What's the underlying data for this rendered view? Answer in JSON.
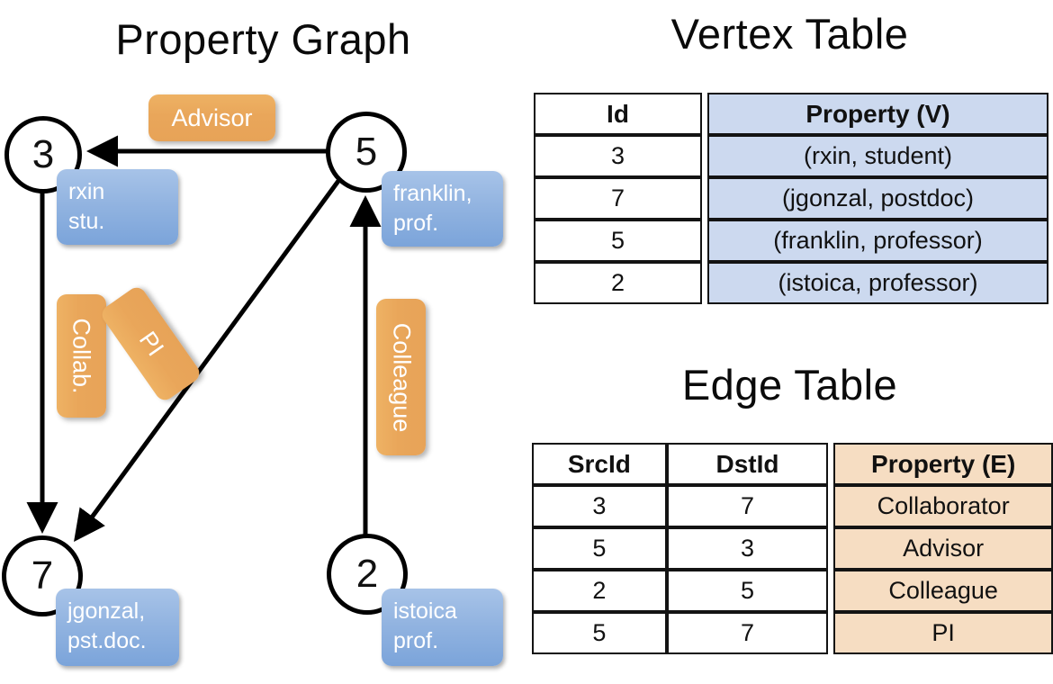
{
  "titles": {
    "property_graph": "Property Graph",
    "vertex_table": "Vertex Table",
    "edge_table": "Edge Table"
  },
  "graph": {
    "vertices": [
      {
        "id": "3",
        "property_label": "rxin\nstu."
      },
      {
        "id": "5",
        "property_label": "franklin,\nprof."
      },
      {
        "id": "7",
        "property_label": "jgonzal,\npst.doc."
      },
      {
        "id": "2",
        "property_label": "istoica\nprof."
      }
    ],
    "edge_labels": [
      {
        "name": "advisor",
        "text": "Advisor"
      },
      {
        "name": "collaborator",
        "text": "Collab."
      },
      {
        "name": "pi",
        "text": "PI"
      },
      {
        "name": "colleague",
        "text": "Colleague"
      }
    ]
  },
  "vertex_table": {
    "headers": [
      "Id",
      "Property (V)"
    ],
    "rows": [
      {
        "id": "3",
        "property": "(rxin, student)"
      },
      {
        "id": "7",
        "property": "(jgonzal, postdoc)"
      },
      {
        "id": "5",
        "property": "(franklin, professor)"
      },
      {
        "id": "2",
        "property": "(istoica, professor)"
      }
    ]
  },
  "edge_table": {
    "headers": [
      "SrcId",
      "DstId",
      "Property (E)"
    ],
    "rows": [
      {
        "src": "3",
        "dst": "7",
        "property": "Collaborator"
      },
      {
        "src": "5",
        "dst": "3",
        "property": "Advisor"
      },
      {
        "src": "2",
        "dst": "5",
        "property": "Colleague"
      },
      {
        "src": "5",
        "dst": "7",
        "property": "PI"
      }
    ]
  },
  "colors": {
    "vertex_cell": "#ccd9ef",
    "edge_cell": "#f6ddc2",
    "node_box": "#8fb2e0",
    "edge_label_box": "#e9a85e",
    "text": "#111111",
    "stroke": "#000000"
  }
}
